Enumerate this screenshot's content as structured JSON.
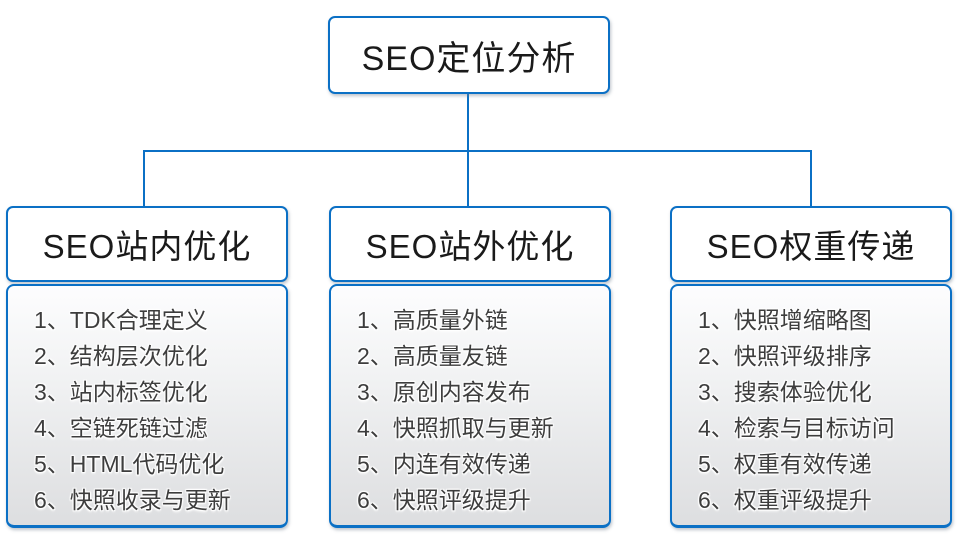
{
  "diagram_title": "SEO定位分析",
  "root": {
    "title": "SEO定位分析"
  },
  "columns": [
    {
      "header": "SEO站内优化",
      "items": [
        "1、TDK合理定义",
        "2、结构层次优化",
        "3、站内标签优化",
        "4、空链死链过滤",
        "5、HTML代码优化",
        "6、快照收录与更新"
      ]
    },
    {
      "header": "SEO站外优化",
      "items": [
        "1、高质量外链",
        "2、高质量友链",
        "3、原创内容发布",
        "4、快照抓取与更新",
        "5、内连有效传递",
        "6、快照评级提升"
      ]
    },
    {
      "header": "SEO权重传递",
      "items": [
        "1、快照增缩略图",
        "2、快照评级排序",
        "3、搜索体验优化",
        "4、检索与目标访问",
        "5、权重有效传递",
        "6、权重评级提升"
      ]
    }
  ],
  "colors": {
    "connector_and_border_blue": "#0b70c5",
    "header_text": "#1a1a1a",
    "list_text": "#3d3d3d",
    "list_gradient_top": "#fdfdfe",
    "list_gradient_bottom": "#dddee0",
    "background": "#ffffff"
  }
}
